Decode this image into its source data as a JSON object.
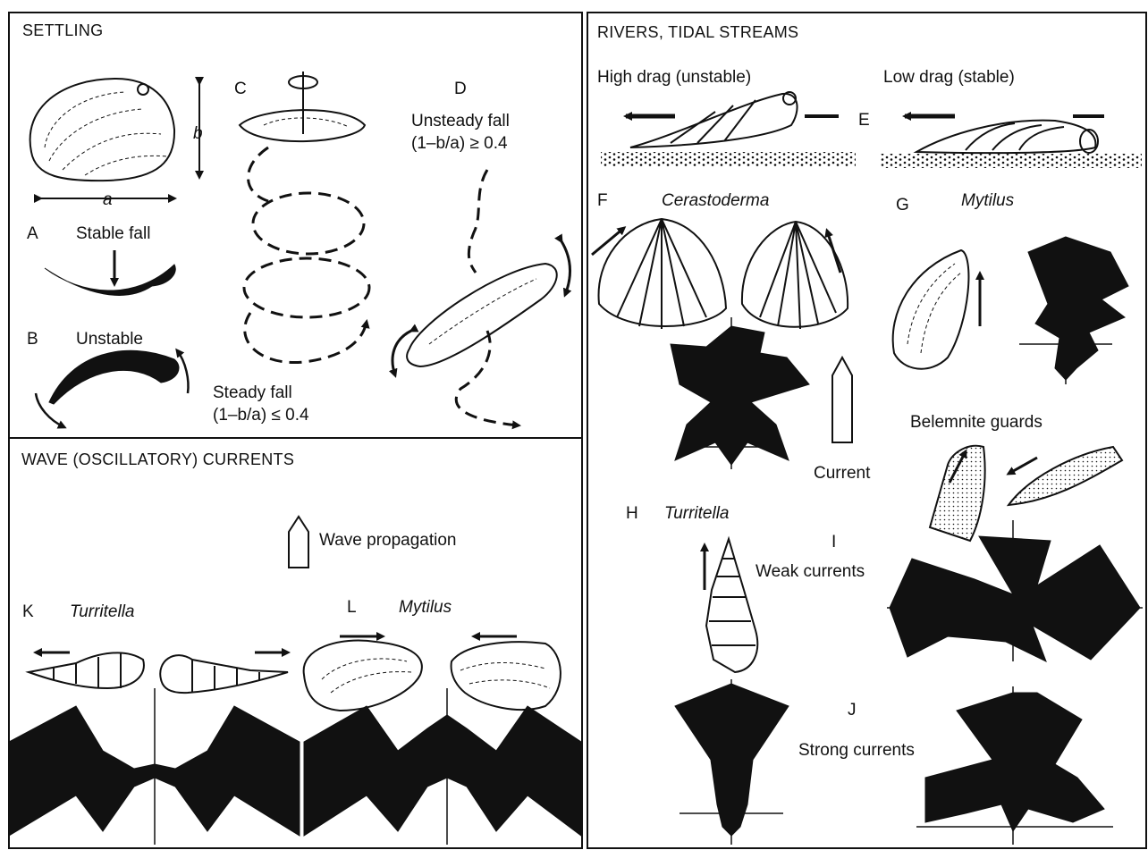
{
  "panels": {
    "settling": {
      "heading": "SETTLING"
    },
    "rivers": {
      "heading": "RIVERS, TIDAL STREAMS"
    },
    "wave": {
      "heading": "WAVE (OSCILLATORY) CURRENTS"
    }
  },
  "labels": {
    "A": "A",
    "B": "B",
    "C": "C",
    "D": "D",
    "E": "E",
    "F": "F",
    "G": "G",
    "H": "H",
    "I": "I",
    "J": "J",
    "K": "K",
    "L": "L",
    "dim_a": "a",
    "dim_b": "b",
    "stable_fall": "Stable fall",
    "unstable": "Unstable",
    "unsteady_fall": "Unsteady fall",
    "unsteady_formula": "(1–b/a) ≥ 0.4",
    "steady_fall": "Steady fall",
    "steady_formula": "(1–b/a) ≤ 0.4",
    "high_drag": "High drag (unstable)",
    "low_drag": "Low drag (stable)",
    "cerastoderma": "Cerastoderma",
    "mytilus_g": "Mytilus",
    "current": "Current",
    "belemnite_guards": "Belemnite guards",
    "turritella_h": "Turritella",
    "weak_currents": "Weak currents",
    "strong_currents": "Strong currents",
    "wave_propagation": "Wave propagation",
    "turritella_k": "Turritella",
    "mytilus_l": "Mytilus"
  },
  "colors": {
    "ink": "#111111",
    "background": "#ffffff"
  }
}
